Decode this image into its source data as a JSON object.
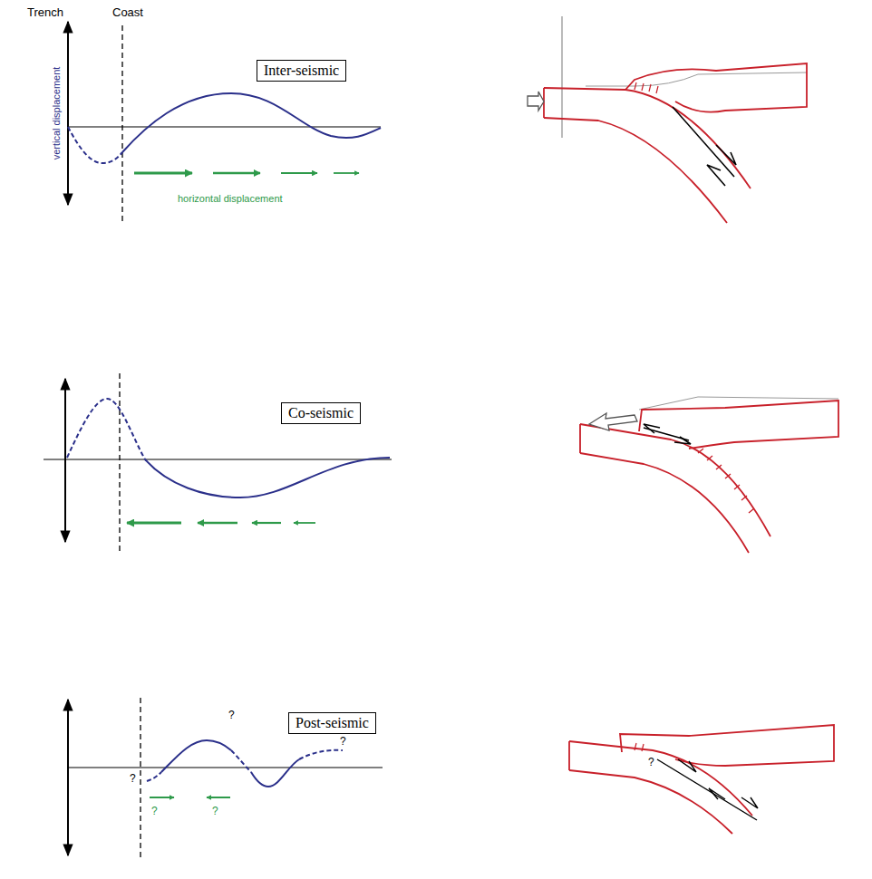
{
  "diagram": {
    "nodes": [
      {
        "text": [
          "Inter-seismic"
        ]
      },
      {
        "text": [
          "Co-seismic"
        ]
      },
      {
        "text": [
          "Post-seismic"
        ]
      }
    ],
    "labels": [
      "Trench",
      "Coast",
      "vertical displacement",
      "horizontal displacement",
      "?",
      "?",
      "?",
      "?",
      "?",
      "?"
    ]
  }
}
